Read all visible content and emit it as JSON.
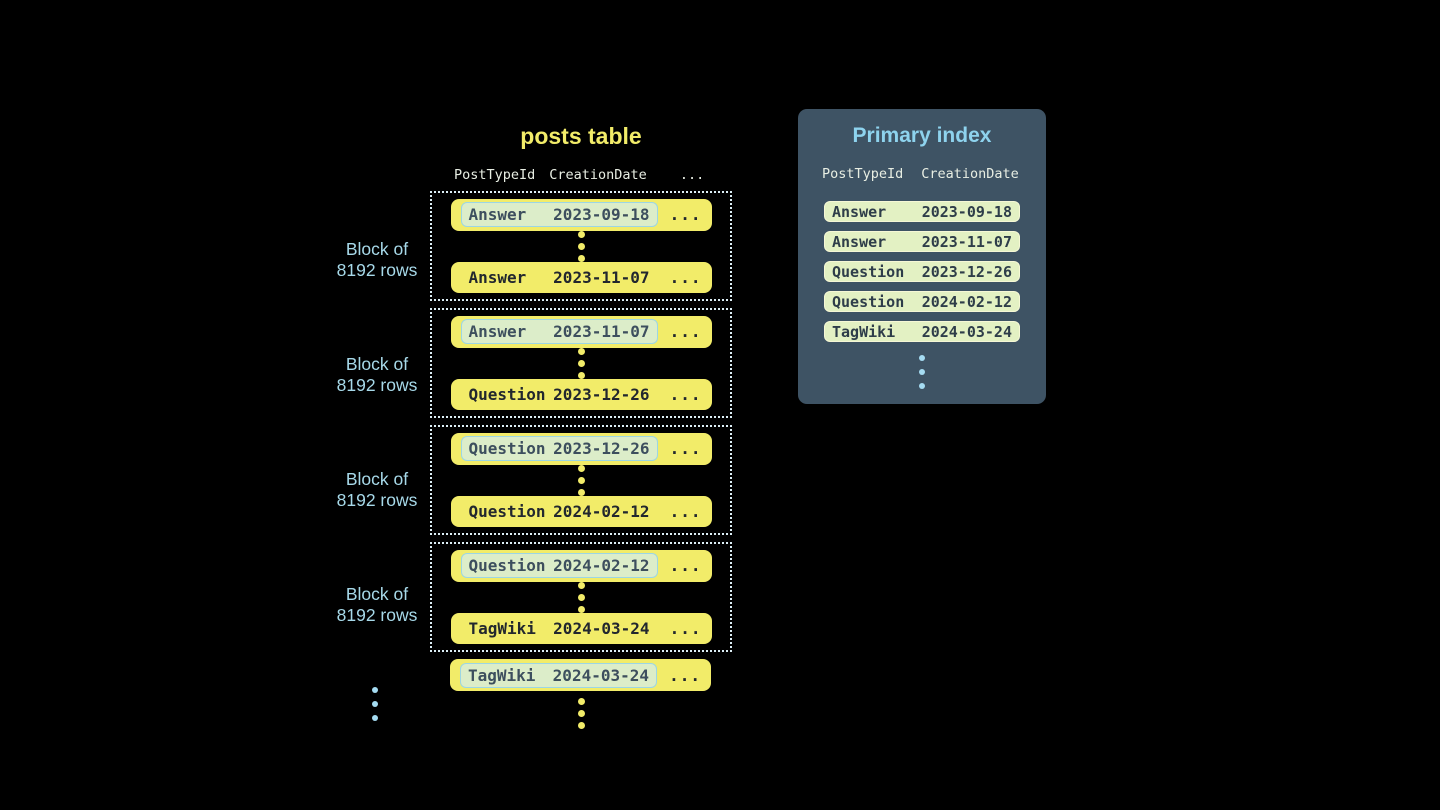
{
  "colors": {
    "bg": "#000000",
    "yellow": "#f2ec69",
    "row_text_dark": "#22272e",
    "highlight_bg": "#dcedc9",
    "highlight_border": "#9cd6e4",
    "highlight_text": "#3d4f5e",
    "blue_text": "#a7d9e9",
    "dotted_border": "#dceef5",
    "panel_bg": "#3e5364",
    "panel_title": "#8ed3ee",
    "header_text": "#e8eee3",
    "index_row_bg": "#e3f1c3",
    "index_row_border": "#f6f8d6",
    "index_row_text": "#2e3d49",
    "blue_dot": "#a5dcf2"
  },
  "posts_table": {
    "title": "posts table",
    "columns": [
      "PostTypeId",
      "CreationDate",
      "..."
    ],
    "ellipsis": "...",
    "block_label": {
      "line1": "Block of",
      "line2": "8192 rows"
    },
    "blocks": [
      {
        "first": {
          "type": "Answer",
          "date": "2023-09-18"
        },
        "last": {
          "type": "Answer",
          "date": "2023-11-07"
        }
      },
      {
        "first": {
          "type": "Answer",
          "date": "2023-11-07"
        },
        "last": {
          "type": "Question",
          "date": "2023-12-26"
        }
      },
      {
        "first": {
          "type": "Question",
          "date": "2023-12-26"
        },
        "last": {
          "type": "Question",
          "date": "2024-02-12"
        }
      },
      {
        "first": {
          "type": "Question",
          "date": "2024-02-12"
        },
        "last": {
          "type": "TagWiki",
          "date": "2024-03-24"
        }
      }
    ],
    "overflow_row": {
      "type": "TagWiki",
      "date": "2024-03-24"
    }
  },
  "primary_index": {
    "title": "Primary index",
    "columns": [
      "PostTypeId",
      "CreationDate"
    ],
    "rows": [
      {
        "type": "Answer",
        "date": "2023-09-18"
      },
      {
        "type": "Answer",
        "date": "2023-11-07"
      },
      {
        "type": "Question",
        "date": "2023-12-26"
      },
      {
        "type": "Question",
        "date": "2024-02-12"
      },
      {
        "type": "TagWiki",
        "date": "2024-03-24"
      }
    ]
  }
}
